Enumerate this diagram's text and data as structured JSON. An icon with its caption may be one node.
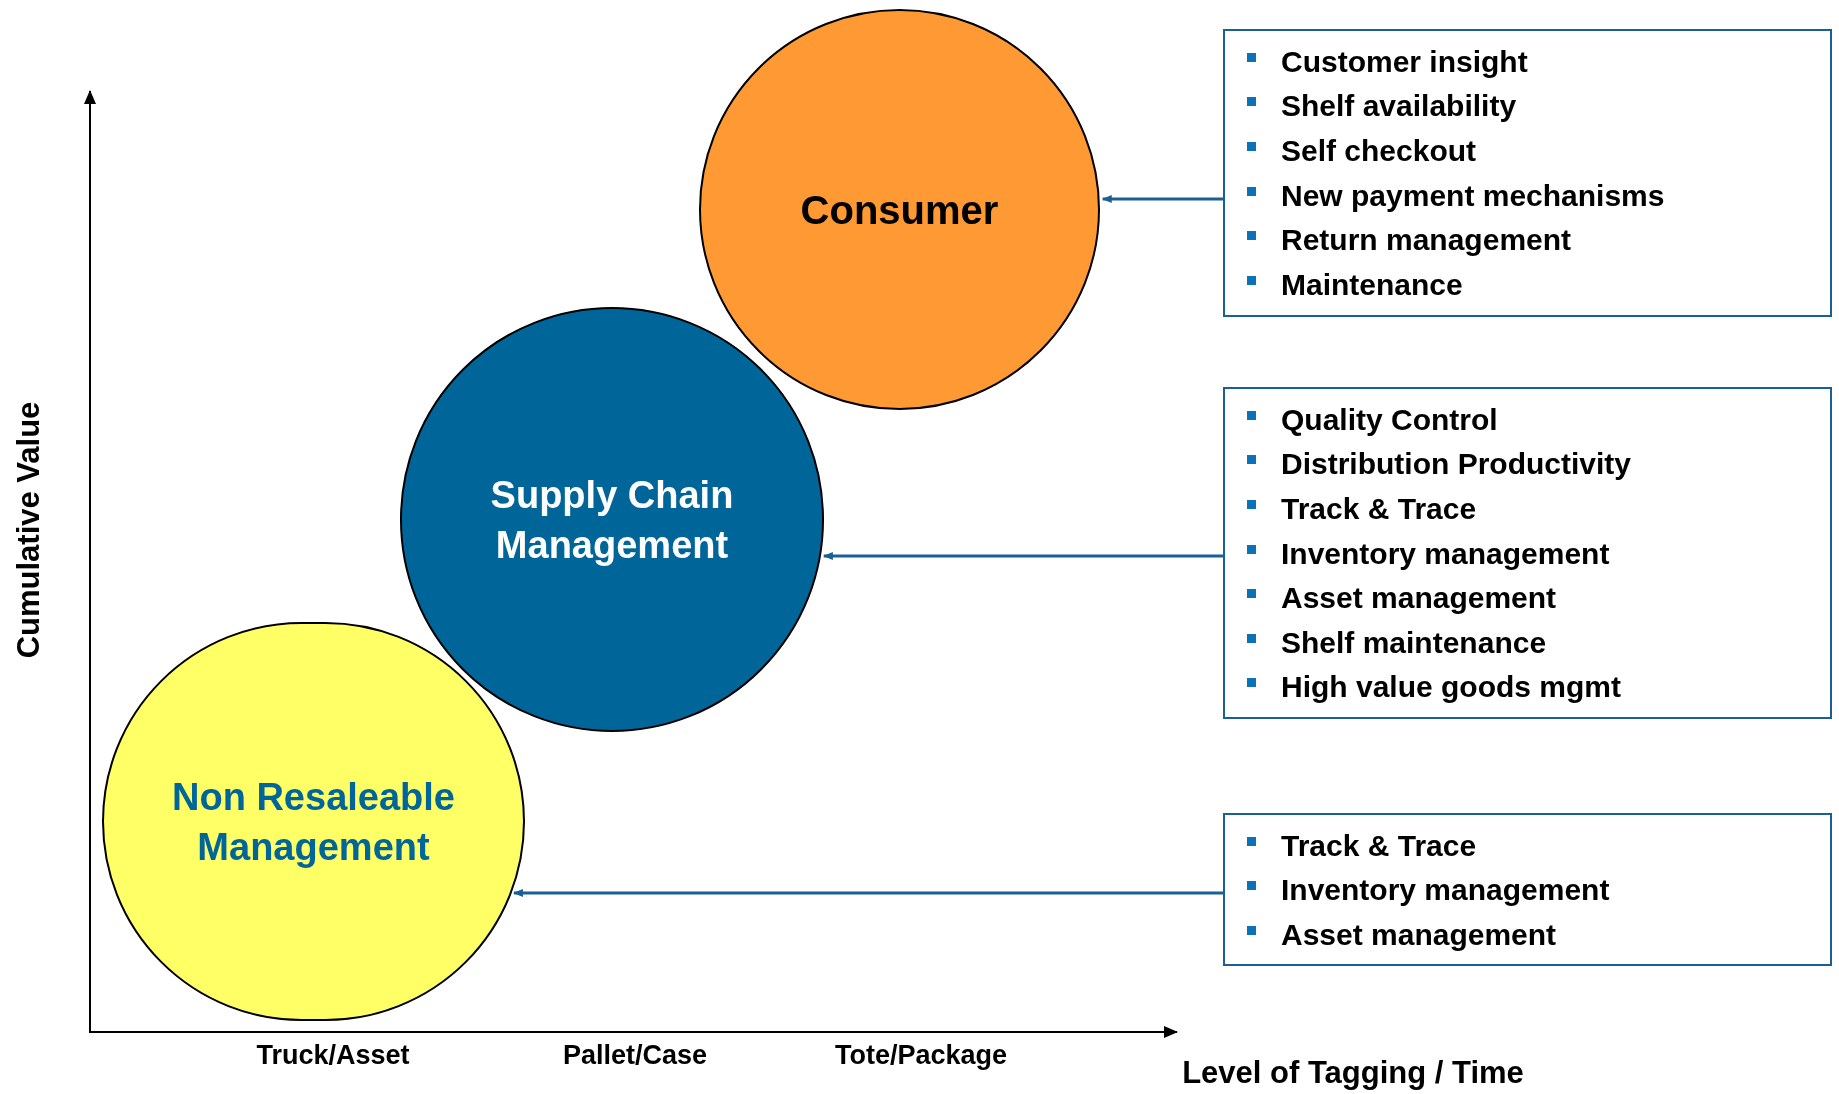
{
  "diagram": {
    "nodes": [
      {
        "text": [
          "Consumer"
        ]
      },
      {
        "text": [
          "Supply Chain Management"
        ]
      },
      {
        "text": [
          "Non Resaleable Management"
        ]
      },
      {
        "text": [
          "Customer insight",
          "Shelf availability",
          "Self checkout",
          "New payment mechanisms",
          "Return management",
          "Maintenance"
        ]
      },
      {
        "text": [
          "Quality Control",
          "Distribution Productivity",
          "Track & Trace",
          "Inventory management",
          "Asset management",
          "Shelf maintenance",
          "High value goods mgmt"
        ]
      },
      {
        "text": [
          "Track & Trace",
          "Inventory management",
          "Asset management"
        ]
      }
    ],
    "edges": [
      {
        "from": 3,
        "to": 0,
        "arrow": "to"
      },
      {
        "from": 4,
        "to": 1,
        "arrow": "to"
      },
      {
        "from": 5,
        "to": 2,
        "arrow": "to"
      }
    ],
    "labels": [
      "Cumulative Value",
      "Truck/Asset",
      "Pallet/Case",
      "Tote/Package",
      "Level of Tagging / Time"
    ]
  }
}
